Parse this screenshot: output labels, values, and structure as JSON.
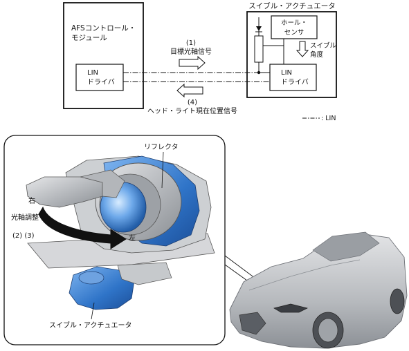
{
  "block_diagram": {
    "afs_module": {
      "line1": "AFSコントロール・",
      "line2": "モジュール"
    },
    "afs_lin_driver": {
      "line1": "LIN",
      "line2": "ドライバ"
    },
    "swivel_actuator": {
      "title": "スイブル・アクチュエータ"
    },
    "hall_sensor": {
      "line1": "ホール・",
      "line2": "センサ"
    },
    "swivel_angle": {
      "line1": "スイブル",
      "line2": "角度"
    },
    "actuator_lin_driver": {
      "line1": "LIN",
      "line2": "ドライバ"
    },
    "signal_1": {
      "number": "(1)",
      "label": "目標光軸信号"
    },
    "signal_4": {
      "number": "(4)",
      "label": "ヘッド・ライト現在位置信号"
    },
    "legend": {
      "text": ": LIN"
    }
  },
  "illustration": {
    "reflector_label": "リフレクタ",
    "right_label": "右",
    "adjustment_label": "光軸調整",
    "steps_label": "(2) (3)",
    "left_label": "左",
    "actuator_label": "スイブル・アクチュエータ"
  },
  "colors": {
    "line": "#111111",
    "headlamp_blue": "#3b7fd4",
    "headlamp_gray": "#b9bcc0",
    "car_gray": "#c4c6c9"
  }
}
